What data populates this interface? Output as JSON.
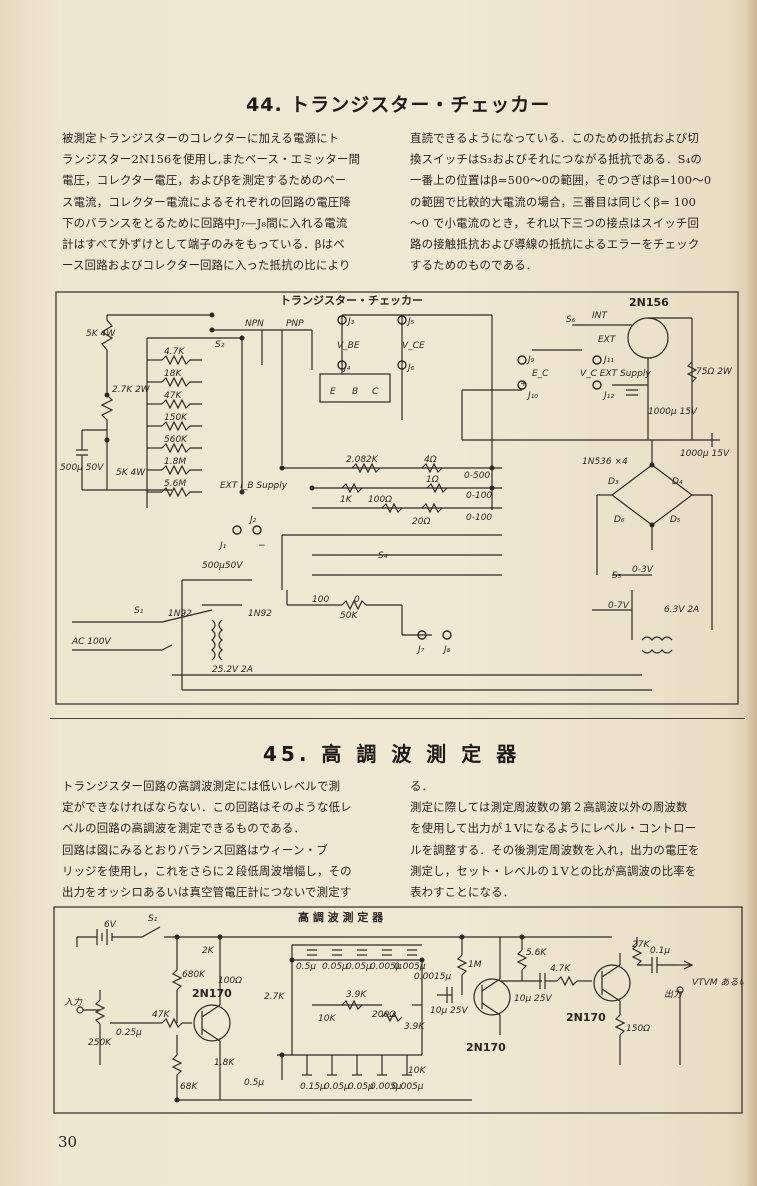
{
  "section44": {
    "title": "44. トランジスター・チェッカー",
    "col1": [
      "被測定トランジスターのコレクターに加える電源にト",
      "ランジスター2N156を使用し,またベース・エミッター間",
      "電圧，コレクター電圧，およびβを測定するためのベー",
      "ス電流，コレクター電流によるそれぞれの回路の電圧降",
      "下のバランスをとるために回路中J₇—J₈間に入れる電流",
      "計はすべて外ずけとして端子のみをもっている．βはベ",
      "ース回路およびコレクター回路に入った抵抗の比により"
    ],
    "col2": [
      "直読できるようになっている．このための抵抗および切",
      "換スイッチはS₃およびそれにつながる抵抗である．S₄の",
      "一番上の位置はβ=500〜0の範囲，そのつぎはβ=100〜0",
      "の範囲で比較的大電流の場合，三番目は同じくβ= 100",
      "〜0 で小電流のとき，それ以下三つの接点はスイッチ回",
      "路の接触抵抗および導線の抵抗によるエラーをチェック",
      "するためのものである．"
    ],
    "schematic": {
      "title": "トランジスター・チェッカー",
      "labels": [
        "5K 4W",
        "S₂",
        "NPN",
        "PNP",
        "J₃",
        "J₅",
        "4.7K",
        "18K",
        "47K",
        "150K",
        "560K",
        "1.8M",
        "5.6M",
        "2.7K 2W",
        "500μ 50V",
        "5K 4W",
        "V_BE",
        "J₄",
        "V_CE",
        "J₆",
        "E",
        "B",
        "C",
        "EXT I_B Supply",
        "J₁",
        "J₂",
        "2.082K",
        "4Ω",
        "0-500",
        "1K",
        "100Ω",
        "1Ω",
        "0-100",
        "20Ω",
        "0-100",
        "S₄",
        "500μ50V",
        "S₁",
        "1N92",
        "1N92",
        "AC 100V",
        "25.2V 2A",
        "100",
        "0",
        "50K",
        "J₇",
        "J₈",
        "S₆",
        "INT",
        "2N156",
        "EXT",
        "J₉",
        "J₁₁",
        "E_C",
        "V_C EXT Supply",
        "J₁₀",
        "J₁₂",
        "75Ω 2W",
        "1000μ 15V",
        "1000μ 15V",
        "1N536 ×4",
        "D₃",
        "D₄",
        "D₆",
        "D₅",
        "S₅",
        "0-3V",
        "0-7V",
        "6.3V 2A",
        "+",
        "−"
      ]
    }
  },
  "section45": {
    "title": "45. 高 調 波 測 定 器",
    "col1": [
      "トランジスター回路の高調波測定には低いレベルで測",
      "定ができなければならない．この回路はそのような低レ",
      "ベルの回路の高調波を測定できるものである．",
      "回路は図にみるとおりバランス回路はウィーン・ブ",
      "リッジを使用し，これをさらに２段低周波増幅し，その",
      "出力をオッシロあるいは真空管電圧計につないで測定す"
    ],
    "col2": [
      "る．",
      "測定に際しては測定周波数の第２高調波以外の周波数",
      "を使用して出力が１Vになるようにレベル・コントロー",
      "ルを調整する．その後測定周波数を入れ，出力の電圧を",
      "測定し，セット・レベルの１Vとの比が高調波の比率を",
      "表わすことになる．"
    ],
    "schematic": {
      "title": "高 調 波 測 定 器",
      "labels": [
        "6V",
        "S₁",
        "2K",
        "680K",
        "100Ω",
        "2.7K",
        "0.5μ",
        "0.05μ",
        "0.05μ",
        "0.005μ",
        "0.005μ",
        "0.0015μ",
        "1M",
        "5.6K",
        "27K",
        "0.1μ",
        "入力",
        "250K",
        "47K",
        "2N170",
        "0.25μ",
        "3.9K",
        "10K",
        "200Ω",
        "3.9K",
        "10μ 25V",
        "10μ 25V",
        "4.7K",
        "2N170",
        "2N170",
        "150Ω",
        "出力",
        "VTVM あるいは ブラウン管 オッシロへ",
        "68K",
        "1.8K",
        "0.5μ",
        "0.15μ",
        "0.05μ",
        "0.05μ",
        "0.005μ",
        "0.005μ",
        "10K"
      ]
    }
  },
  "page_number": "30"
}
